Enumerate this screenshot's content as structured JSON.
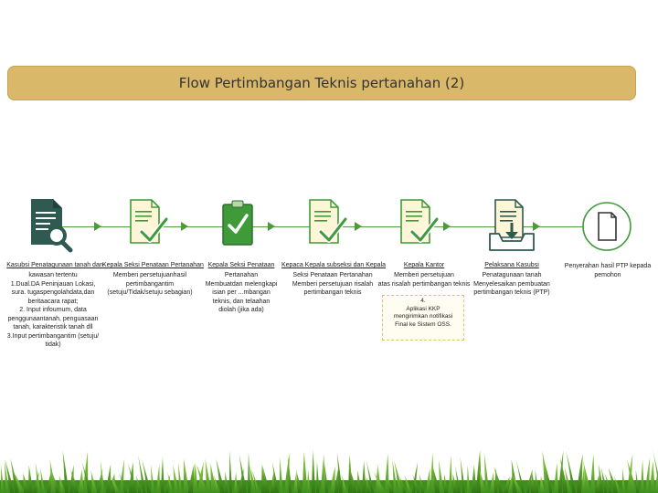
{
  "title": "Flow Pertimbangan Teknis pertanahan (2)",
  "colors": {
    "title_bar": "#d9b86a",
    "flow_line": "#4e9a3a",
    "icon_green": "#3f9a3a",
    "icon_dark": "#2e5a52",
    "doc_fill": "#fff6d8"
  },
  "steps": [
    {
      "icon": "document-search-icon",
      "title": "Kasubsi Penatagunaan tanah dan",
      "desc": "kawasan tertentu\n1.Dual.DA Peninjauan Lokasi,\nsura. tugaspengolahdata,dan\nberitaacara rapat;\n2. Input infoumum, data\npenggunaantanah, penguasaan\ntanah, karakteristik tanah dll\n3.Input pertimbangantim (setuju/\ntidak)"
    },
    {
      "icon": "document-check-icon",
      "title": "Kepala Seksi Penataan Pertanahan",
      "desc": "Memberi persetujuanhasil\npertimbangantim\n(setuju/Tidak/setuju sebagian)"
    },
    {
      "icon": "clipboard-check-icon",
      "title": "Kepala Seksi Penataan",
      "desc": "Pertanahan\nMembuatdan melengkapi\nisian per ...mbangan\nteknis, dan telaahan\ndiolah (jika ada)"
    },
    {
      "icon": "document-check-icon",
      "title": "Kepaca Kepala subseksi dan Kepala",
      "desc": "Seksi Penataan Pertanahan\nMemberi persetujuan risalah\npertimbangan teknis"
    },
    {
      "icon": "document-check-icon",
      "title": "Kepala Kantor",
      "desc": "Memberi persetujuan\natas risalah pertimbangan teknis"
    },
    {
      "icon": "document-download-icon",
      "title": "Pelaksana Kasubsi",
      "desc": "Penatagunaan tanah\nMenyelesaikan pembuatan\npertimbangan teknis (PTP)"
    },
    {
      "icon": "document-outline-icon",
      "title": "",
      "desc": "Penyerahan hasil PTP kepada\npemohon"
    }
  ],
  "note": "4.\nAplikasi KKP\nmengirimkan notifikasi\nFinal ke Sistem OSS."
}
